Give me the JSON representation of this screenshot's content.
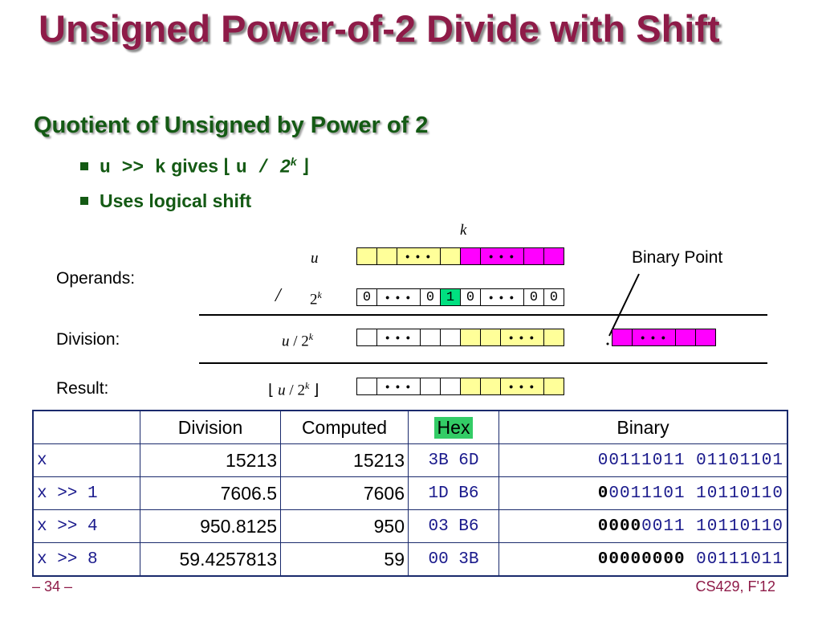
{
  "slide": {
    "title": "Unsigned Power-of-2 Divide with Shift",
    "subtitle": "Quotient of Unsigned by Power of 2",
    "bullet1": {
      "code": "u >> k",
      "gives": "gives",
      "floor_open": "⌊",
      "expr": "u / ",
      "two": "2",
      "exp": "k",
      "floor_close": "⌋"
    },
    "bullet2": "Uses logical shift"
  },
  "diagram": {
    "k_label": "k",
    "operands_label": "Operands:",
    "division_label": "Division:",
    "result_label": "Result:",
    "binary_point_label": "Binary Point",
    "u_label": "u",
    "div_sym": "/",
    "two": "2",
    "exp": "k",
    "quot_u": "u",
    "quot_slash": " / ",
    "floor_open": "⌊",
    "floor_close": "⌋",
    "dots": "• • •",
    "divisor_bits": {
      "zero": "0",
      "one": "1"
    }
  },
  "table": {
    "headers": [
      "",
      "Division",
      "Computed",
      "Hex",
      "Binary"
    ],
    "rows": [
      {
        "expr": "x",
        "division": "15213",
        "computed": "15213",
        "hex": "3B 6D",
        "bin_bold": "",
        "bin_rest": "00111011 01101101"
      },
      {
        "expr": "x >> 1",
        "division": "7606.5",
        "computed": "7606",
        "hex": "1D B6",
        "bin_bold": "0",
        "bin_rest": "0011101 10110110"
      },
      {
        "expr": "x >> 4",
        "division": "950.8125",
        "computed": "950",
        "hex": "03 B6",
        "bin_bold": "0000",
        "bin_rest": "0011 10110110"
      },
      {
        "expr": "x >> 8",
        "division": "59.4257813",
        "computed": "59",
        "hex": "00 3B",
        "bin_bold": "00000000",
        "bin_rest": " 00111011"
      }
    ]
  },
  "footer": {
    "left": "– 34 –",
    "right": "CS429, F'12"
  },
  "colors": {
    "title": "#8e1b48",
    "subtitle": "#145a14",
    "yellow": "#ffff99",
    "magenta": "#ff00ff",
    "green": "#00e080",
    "hex_header": "#33cc66",
    "table_border": "#1a2a6c"
  }
}
